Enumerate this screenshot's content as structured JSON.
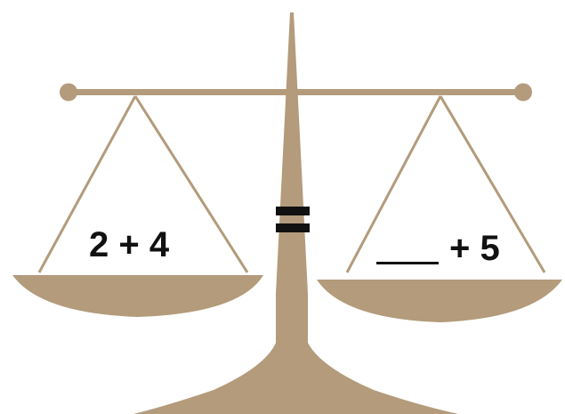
{
  "colors": {
    "scale": "#b39b7b",
    "background": "#ffffff",
    "text": "#111111"
  },
  "left_pan": {
    "expression": "2 + 4"
  },
  "right_pan": {
    "blank": "___",
    "expression": "+ 5"
  },
  "center": {
    "symbol": "equals-sign"
  }
}
